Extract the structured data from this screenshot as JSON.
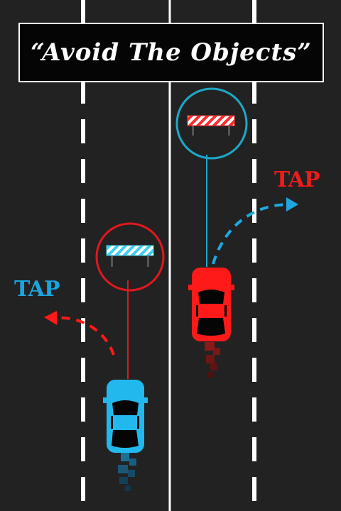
{
  "banner": {
    "title": "“Avoid The Objects”"
  },
  "left_lane": {
    "hint": {
      "label": "TAP",
      "color": "#1aa6e0"
    },
    "arrow_color": "#ff1a1a",
    "obstacle_color": "#3fd0f0",
    "bubble_color": "#e0181e",
    "car_color": "#22b8ee"
  },
  "right_lane": {
    "hint": {
      "label": "TAP",
      "color": "#ee1c1c"
    },
    "arrow_color": "#1fa8e0",
    "obstacle_color": "#ff2a2a",
    "bubble_color": "#1fa8c8",
    "car_color": "#ff1a1a"
  },
  "road": {
    "background": "#222222",
    "line_color": "#ffffff"
  }
}
